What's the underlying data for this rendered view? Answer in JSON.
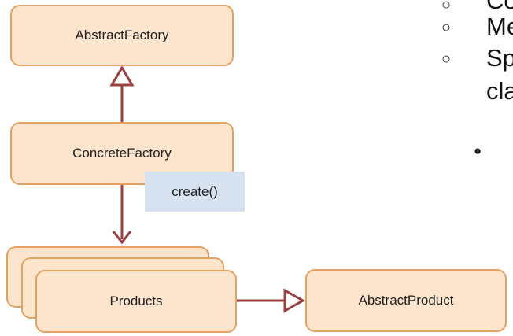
{
  "diagram": {
    "nodes": {
      "abstract_factory": "AbstractFactory",
      "concrete_factory": "ConcreteFactory",
      "products": "Products",
      "abstract_product": "AbstractProduct"
    },
    "annotation": {
      "create": "create()"
    },
    "edges": [
      {
        "from": "ConcreteFactory",
        "to": "AbstractFactory",
        "kind": "inheritance"
      },
      {
        "from": "ConcreteFactory",
        "to": "Products",
        "kind": "creates"
      },
      {
        "from": "Products",
        "to": "AbstractProduct",
        "kind": "inheritance"
      }
    ]
  },
  "slide": {
    "bullets": [
      {
        "marker": "○",
        "text": "Co"
      },
      {
        "marker": "○",
        "text": "Me"
      },
      {
        "marker": "○",
        "text": "Sp"
      },
      {
        "marker": "",
        "text": "cla"
      },
      {
        "marker": "●",
        "text": ""
      }
    ]
  },
  "colors": {
    "box_fill": "#fde4cc",
    "box_border": "#e2a262",
    "note_fill": "#d6e2f0",
    "connector": "#9e3f3f"
  }
}
